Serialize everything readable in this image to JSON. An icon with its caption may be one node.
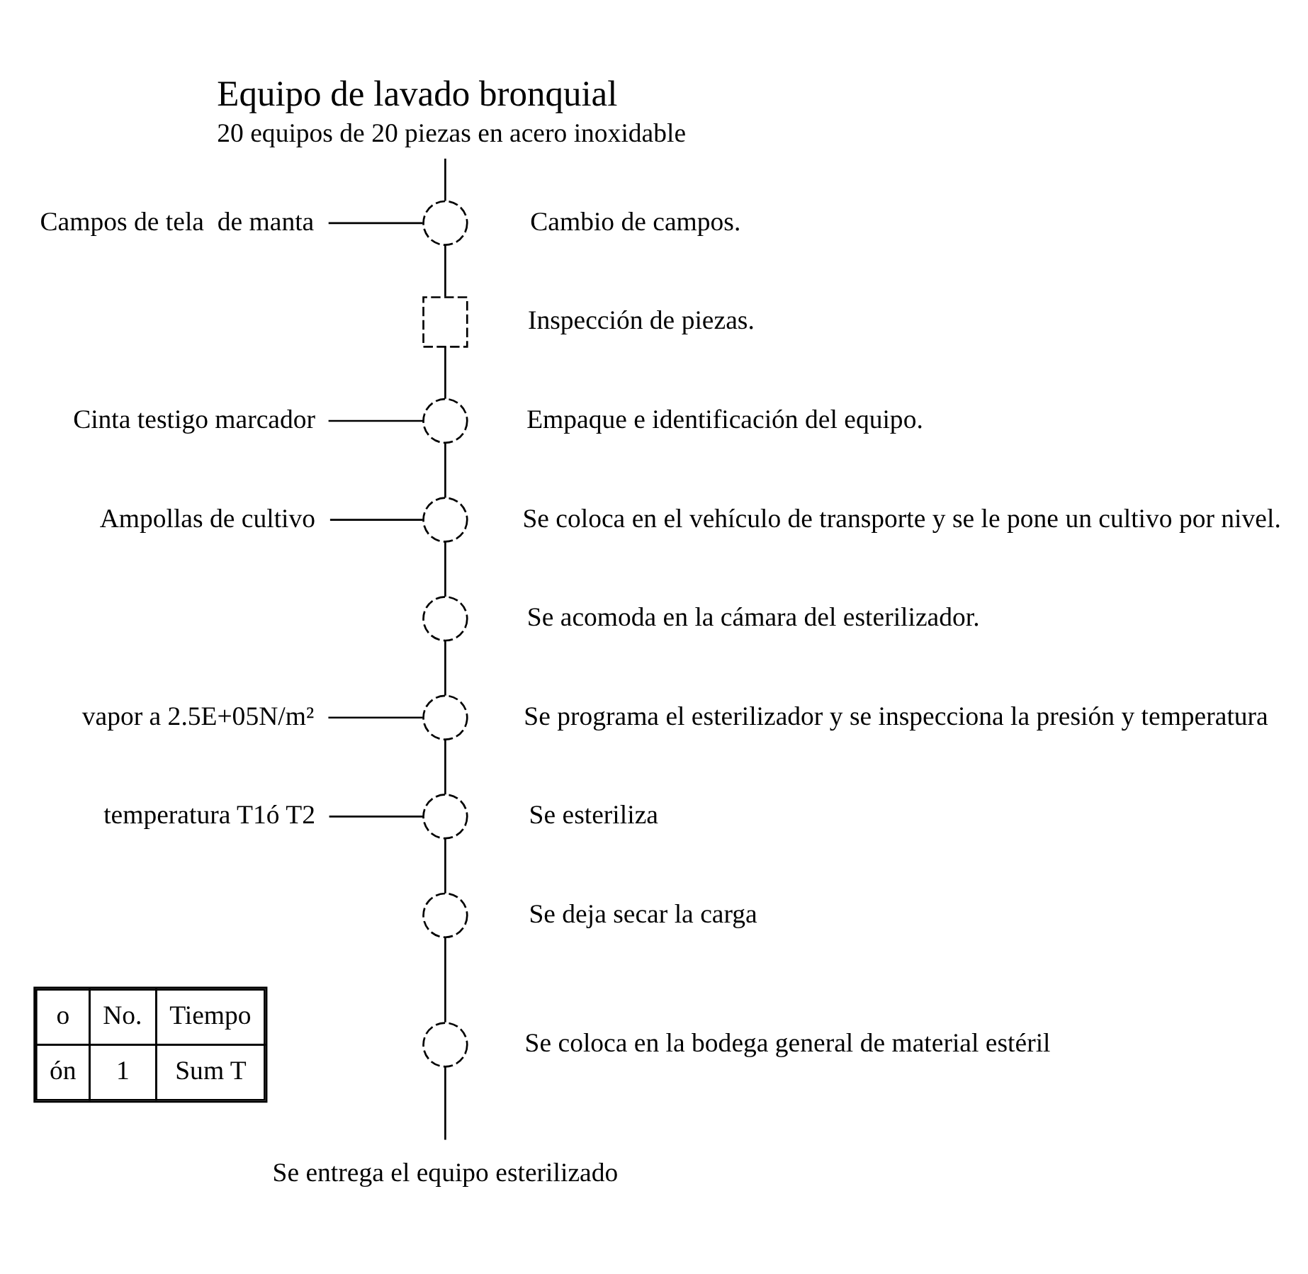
{
  "diagram": {
    "nodes": [
      {
        "text": [
          "Equipo de lavado bronquial",
          "20 equipos de 20 piezas en acero inoxidable"
        ]
      },
      {
        "text": [
          "Campos de tela  de manta"
        ]
      },
      {
        "text": [],
        "shape": "circle",
        "beside": [
          "Cambio de campos."
        ]
      },
      {
        "text": [],
        "shape": "box",
        "beside": [
          "Inspección de piezas."
        ]
      },
      {
        "text": [
          "Cinta testigo marcador"
        ]
      },
      {
        "text": [],
        "shape": "circle",
        "beside": [
          "Empaque e identificación del equipo."
        ]
      },
      {
        "text": [
          "Ampollas de cultivo"
        ]
      },
      {
        "text": [],
        "shape": "circle",
        "beside": [
          "Se coloca en el vehículo de transporte y se le pone un cultivo por nivel."
        ]
      },
      {
        "text": [],
        "shape": "circle",
        "beside": [
          "Se acomoda en la cámara del esterilizador."
        ]
      },
      {
        "text": [
          "vapor a 2.5E+05N/m²"
        ]
      },
      {
        "text": [],
        "shape": "circle",
        "beside": [
          "Se programa el esterilizador y se inspecciona la presión y temperatura"
        ]
      },
      {
        "text": [
          "temperatura T1ó T2"
        ]
      },
      {
        "text": [],
        "shape": "circle",
        "beside": [
          "Se esteriliza"
        ]
      },
      {
        "text": [],
        "shape": "circle",
        "beside": [
          "Se deja secar la carga"
        ]
      },
      {
        "text": [],
        "shape": "circle",
        "beside": [
          "Se coloca en la bodega general de material estéril"
        ]
      },
      {
        "text": [
          "Se entrega el equipo esterilizado"
        ]
      }
    ],
    "edges": [
      {
        "from": 0,
        "to": 2,
        "arrow": "none"
      },
      {
        "from": 1,
        "to": 2,
        "arrow": "none"
      },
      {
        "from": 2,
        "to": 3,
        "arrow": "none"
      },
      {
        "from": 3,
        "to": 5,
        "arrow": "none"
      },
      {
        "from": 4,
        "to": 5,
        "arrow": "none"
      },
      {
        "from": 5,
        "to": 7,
        "arrow": "none"
      },
      {
        "from": 6,
        "to": 7,
        "arrow": "none"
      },
      {
        "from": 7,
        "to": 8,
        "arrow": "none"
      },
      {
        "from": 8,
        "to": 10,
        "arrow": "none"
      },
      {
        "from": 9,
        "to": 10,
        "arrow": "none"
      },
      {
        "from": 10,
        "to": 12,
        "arrow": "none"
      },
      {
        "from": 11,
        "to": 12,
        "arrow": "none"
      },
      {
        "from": 12,
        "to": 13,
        "arrow": "none"
      },
      {
        "from": 13,
        "to": 14,
        "arrow": "none"
      },
      {
        "from": 14,
        "to": 15,
        "arrow": "none"
      }
    ],
    "labels": [
      "o",
      "No.",
      "Tiempo",
      "ón",
      "1",
      "Sum T"
    ]
  }
}
